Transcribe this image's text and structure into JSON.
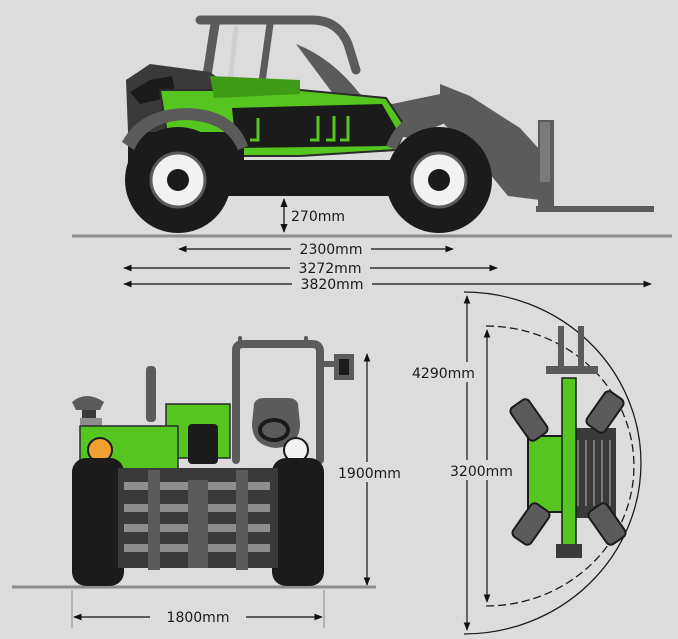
{
  "colors": {
    "background": "#dcdcdc",
    "body_green": "#55c51f",
    "body_dark_green": "#3f9a16",
    "chassis_black": "#1b1b1b",
    "frame_gray": "#5b5b5b",
    "light_gray": "#8d8d8d",
    "dimension_line": "#111111"
  },
  "side_view": {
    "ground_clearance": "270mm",
    "wheelbase": "2300mm",
    "length_without_forks": "3272mm",
    "overall_length": "3820mm"
  },
  "front_view": {
    "height": "1900mm",
    "width": "1800mm"
  },
  "top_view": {
    "outer_turning_radius": "4290mm",
    "inner_turning_radius": "3200mm"
  }
}
